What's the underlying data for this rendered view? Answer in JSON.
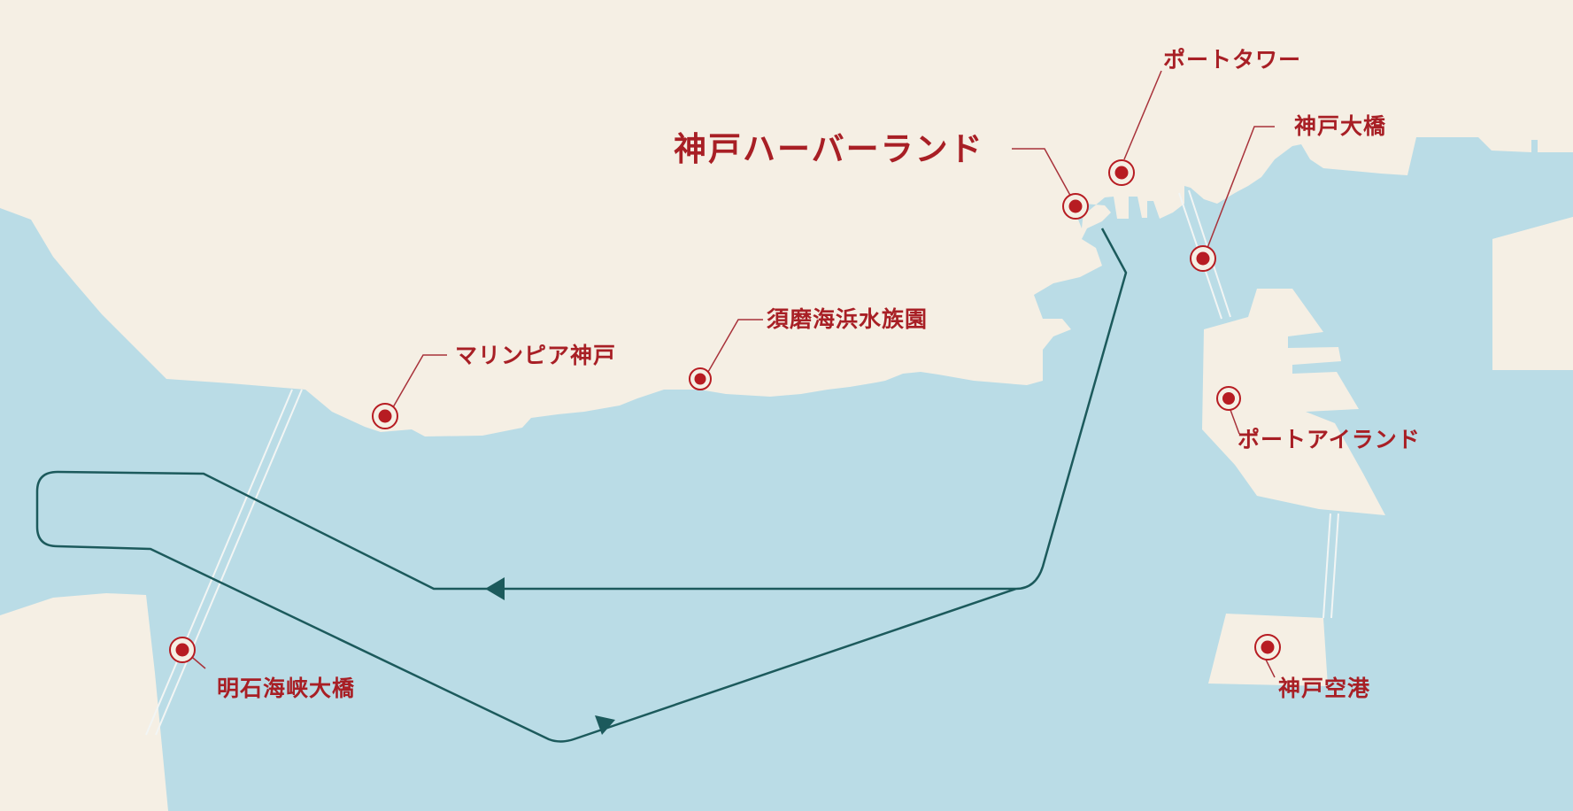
{
  "map": {
    "colors": {
      "land": "#f5efe4",
      "water": "#badce6",
      "marker": "#b71c22",
      "leader": "#a8323a",
      "route": "#1c5a5c",
      "bridge": "#f2f5f4"
    },
    "landmarks": [
      {
        "id": "kobe-harborland",
        "label": "神戸ハーバーランド",
        "emphasis": true
      },
      {
        "id": "port-tower",
        "label": "ポートタワー"
      },
      {
        "id": "kobe-ohashi",
        "label": "神戸大橋"
      },
      {
        "id": "suma-aquarium",
        "label": "須磨海浜水族園"
      },
      {
        "id": "marinpia-kobe",
        "label": "マリンピア神戸"
      },
      {
        "id": "port-island",
        "label": "ポートアイランド"
      },
      {
        "id": "akashi-kaikyo-bridge",
        "label": "明石海峡大橋"
      },
      {
        "id": "kobe-airport",
        "label": "神戸空港"
      }
    ],
    "route": {
      "description": "Cruise route from Kobe Harborland out to Akashi Kaikyo Bridge and back",
      "direction_arrows": 2
    }
  }
}
